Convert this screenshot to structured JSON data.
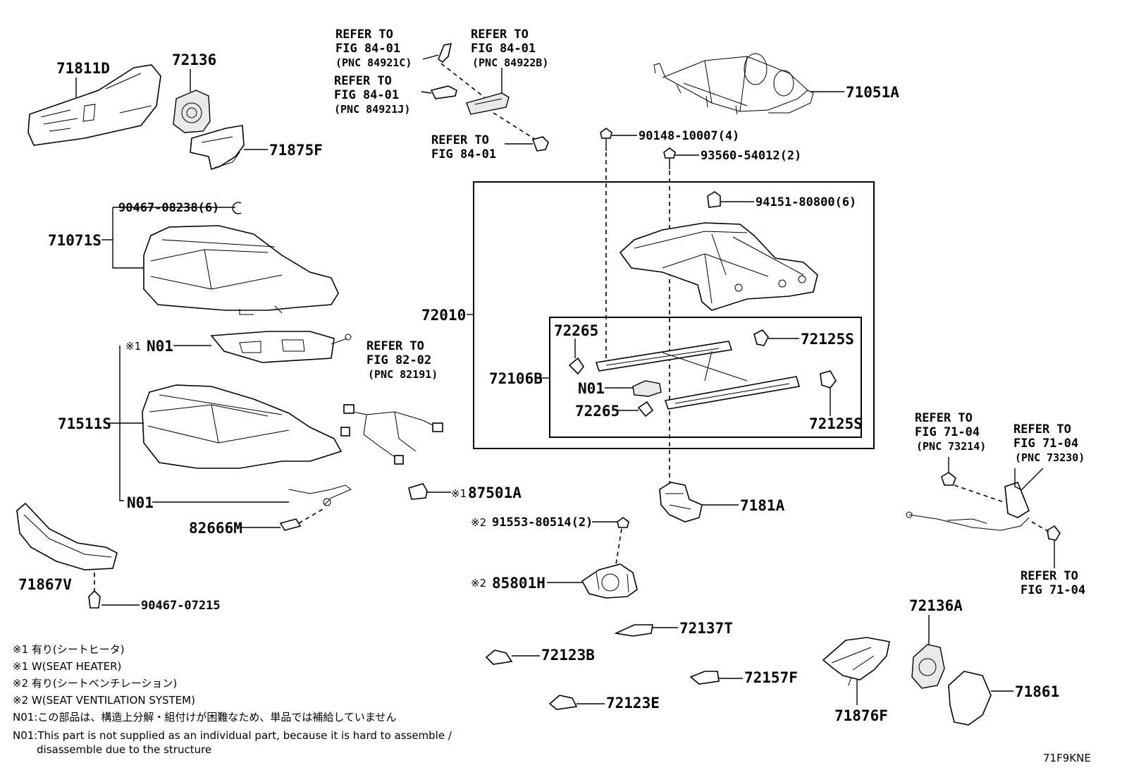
{
  "labels": {
    "p71811D": "71811D",
    "p72136": "72136",
    "p71875F": "71875F",
    "ref_84_01_a": "REFER TO",
    "ref_84_01_a2": "FIG 84-01",
    "pnc_84921C": "(PNC 84921C)",
    "ref_84_01_b": "REFER TO",
    "ref_84_01_b2": "FIG 84-01",
    "pnc_84922B": "(PNC 84922B)",
    "ref_84_01_c": "REFER TO",
    "ref_84_01_c2": "FIG 84-01",
    "pnc_84921J": "(PNC 84921J)",
    "ref_84_01_d": "REFER TO",
    "ref_84_01_d2": "FIG 84-01",
    "p71051A": "71051A",
    "p90148": "90148-10007(4)",
    "p93560": "93560-54012(2)",
    "p90467_08238": "90467-08238(6)",
    "p71071S": "71071S",
    "p94151": "94151-80800(6)",
    "p72010": "72010",
    "n01_top_mark": "※1",
    "n01_top": "N01",
    "ref_82_02": "REFER TO",
    "ref_82_02b": "FIG 82-02",
    "pnc_82191": "(PNC 82191)",
    "p72265_a": "72265",
    "p72125S_a": "72125S",
    "p72106B": "72106B",
    "n01_mid": "N01",
    "p72265_b": "72265",
    "p72125S_b": "72125S",
    "p71511S": "71511S",
    "ref_71_04_a": "REFER TO",
    "ref_71_04_a2": "FIG 71-04",
    "pnc_73214": "(PNC 73214)",
    "ref_71_04_b": "REFER TO",
    "ref_71_04_b2": "FIG 71-04",
    "pnc_73230": "(PNC 73230)",
    "p87501A_mark": "※1",
    "p87501A": "87501A",
    "n01_bottom": "N01",
    "p7181A": "7181A",
    "p91553_mark": "※2",
    "p91553": "91553-80514(2)",
    "p82666M": "82666M",
    "p71867V": "71867V",
    "p85801H_mark": "※2",
    "p85801H": "85801H",
    "ref_71_04_c": "REFER TO",
    "ref_71_04_c2": "FIG 71-04",
    "p90467_07215": "90467-07215",
    "p72136A": "72136A",
    "p72137T": "72137T",
    "p72123B": "72123B",
    "p72157F": "72157F",
    "p72123E": "72123E",
    "p71876F": "71876F",
    "p71861": "71861"
  },
  "notes": [
    "※1 有り(シートヒータ)",
    "※1 W(SEAT HEATER)",
    "※2 有り(シートベンチレーション)",
    "※2 W(SEAT VENTILATION SYSTEM)",
    "N01:この部品は、構造上分解・組付けが困難なため、単品では補給していません",
    "N01:This part is not supplied as an individual part, because it is hard to assemble /",
    "disassemble due to the structure"
  ],
  "figure_code": "71F9KNE"
}
